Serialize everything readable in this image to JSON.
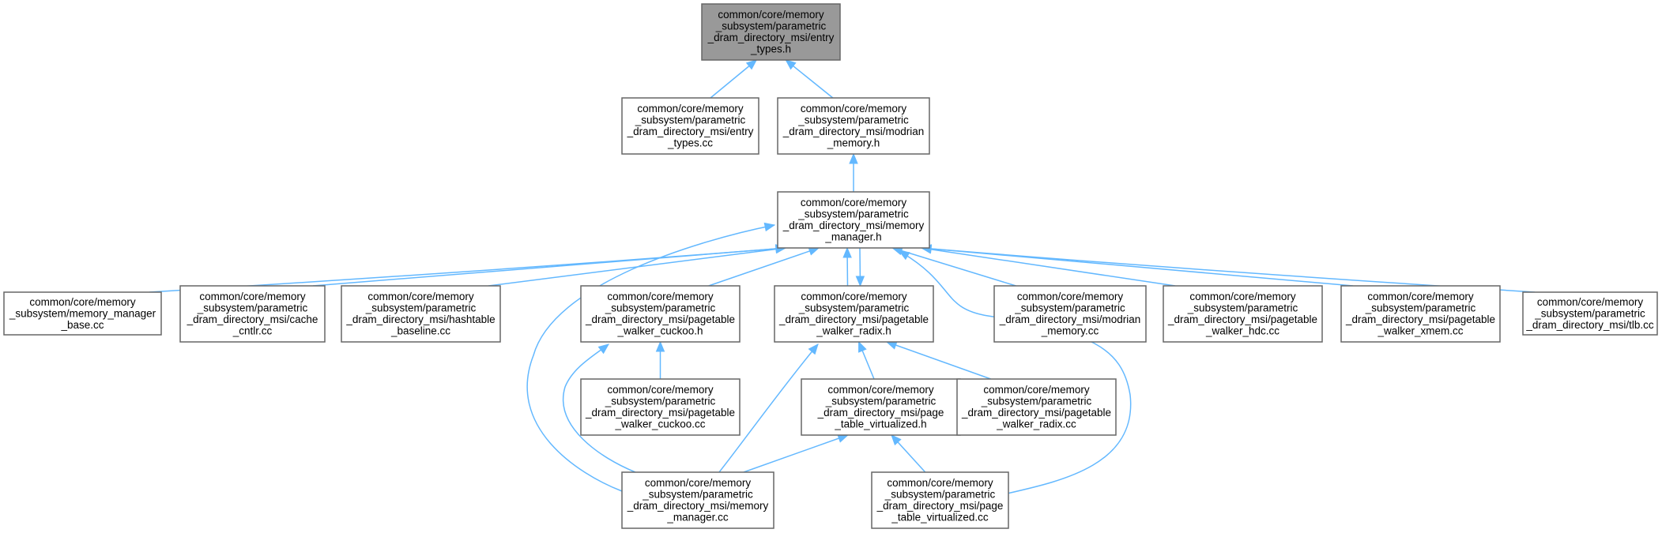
{
  "graph": {
    "nodes": [
      {
        "id": "root",
        "name": "node-entry-types-h",
        "lines": [
          "common/core/memory",
          "_subsystem/parametric",
          "_dram_directory_msi/entry",
          "_types.h"
        ],
        "highlighted": true
      },
      {
        "id": "entry_cc",
        "name": "node-entry-types-cc",
        "lines": [
          "common/core/memory",
          "_subsystem/parametric",
          "_dram_directory_msi/entry",
          "_types.cc"
        ]
      },
      {
        "id": "modrian_h",
        "name": "node-modrian-memory-h",
        "lines": [
          "common/core/memory",
          "_subsystem/parametric",
          "_dram_directory_msi/modrian",
          "_memory.h"
        ]
      },
      {
        "id": "mm_h",
        "name": "node-memory-manager-h",
        "lines": [
          "common/core/memory",
          "_subsystem/parametric",
          "_dram_directory_msi/memory",
          "_manager.h"
        ]
      },
      {
        "id": "mmbase",
        "name": "node-memory-manager-base-cc",
        "lines": [
          "common/core/memory",
          "_subsystem/memory_manager",
          "_base.cc"
        ]
      },
      {
        "id": "cache",
        "name": "node-cache-cntlr-cc",
        "lines": [
          "common/core/memory",
          "_subsystem/parametric",
          "_dram_directory_msi/cache",
          "_cntlr.cc"
        ]
      },
      {
        "id": "hash",
        "name": "node-hashtable-baseline-cc",
        "lines": [
          "common/core/memory",
          "_subsystem/parametric",
          "_dram_directory_msi/hashtable",
          "_baseline.cc"
        ]
      },
      {
        "id": "cuckoo_h",
        "name": "node-pagetable-walker-cuckoo-h",
        "lines": [
          "common/core/memory",
          "_subsystem/parametric",
          "_dram_directory_msi/pagetable",
          "_walker_cuckoo.h"
        ]
      },
      {
        "id": "radix_h",
        "name": "node-pagetable-walker-radix-h",
        "lines": [
          "common/core/memory",
          "_subsystem/parametric",
          "_dram_directory_msi/pagetable",
          "_walker_radix.h"
        ]
      },
      {
        "id": "modrian_cc",
        "name": "node-modrian-memory-cc",
        "lines": [
          "common/core/memory",
          "_subsystem/parametric",
          "_dram_directory_msi/modrian",
          "_memory.cc"
        ]
      },
      {
        "id": "hdc",
        "name": "node-pagetable-walker-hdc-cc",
        "lines": [
          "common/core/memory",
          "_subsystem/parametric",
          "_dram_directory_msi/pagetable",
          "_walker_hdc.cc"
        ]
      },
      {
        "id": "xmem",
        "name": "node-pagetable-walker-xmem-cc",
        "lines": [
          "common/core/memory",
          "_subsystem/parametric",
          "_dram_directory_msi/pagetable",
          "_walker_xmem.cc"
        ]
      },
      {
        "id": "tlb",
        "name": "node-tlb-cc",
        "lines": [
          "common/core/memory",
          "_subsystem/parametric",
          "_dram_directory_msi/tlb.cc"
        ]
      },
      {
        "id": "cuckoo_cc",
        "name": "node-pagetable-walker-cuckoo-cc",
        "lines": [
          "common/core/memory",
          "_subsystem/parametric",
          "_dram_directory_msi/pagetable",
          "_walker_cuckoo.cc"
        ]
      },
      {
        "id": "ptv_h",
        "name": "node-page-table-virtualized-h",
        "lines": [
          "common/core/memory",
          "_subsystem/parametric",
          "_dram_directory_msi/page",
          "_table_virtualized.h"
        ]
      },
      {
        "id": "radix_cc",
        "name": "node-pagetable-walker-radix-cc",
        "lines": [
          "common/core/memory",
          "_subsystem/parametric",
          "_dram_directory_msi/pagetable",
          "_walker_radix.cc"
        ]
      },
      {
        "id": "mm_cc",
        "name": "node-memory-manager-cc",
        "lines": [
          "common/core/memory",
          "_subsystem/parametric",
          "_dram_directory_msi/memory",
          "_manager.cc"
        ]
      },
      {
        "id": "ptv_cc",
        "name": "node-page-table-virtualized-cc",
        "lines": [
          "common/core/memory",
          "_subsystem/parametric",
          "_dram_directory_msi/page",
          "_table_virtualized.cc"
        ]
      }
    ],
    "edges": [
      {
        "from": "entry_cc",
        "to": "root"
      },
      {
        "from": "modrian_h",
        "to": "root"
      },
      {
        "from": "mm_h",
        "to": "modrian_h"
      },
      {
        "from": "mmbase",
        "to": "mm_h"
      },
      {
        "from": "cache",
        "to": "mm_h"
      },
      {
        "from": "hash",
        "to": "mm_h"
      },
      {
        "from": "cuckoo_h",
        "to": "mm_h"
      },
      {
        "from": "radix_h",
        "to": "mm_h"
      },
      {
        "from": "mm_h",
        "to": "radix_h"
      },
      {
        "from": "modrian_cc",
        "to": "mm_h"
      },
      {
        "from": "hdc",
        "to": "mm_h"
      },
      {
        "from": "xmem",
        "to": "mm_h"
      },
      {
        "from": "tlb",
        "to": "mm_h"
      },
      {
        "from": "mm_cc",
        "to": "mm_h"
      },
      {
        "from": "ptv_cc",
        "to": "mm_h"
      },
      {
        "from": "cuckoo_cc",
        "to": "cuckoo_h"
      },
      {
        "from": "mm_cc",
        "to": "cuckoo_h"
      },
      {
        "from": "ptv_h",
        "to": "radix_h"
      },
      {
        "from": "radix_cc",
        "to": "radix_h"
      },
      {
        "from": "mm_cc",
        "to": "radix_h"
      },
      {
        "from": "mm_cc",
        "to": "ptv_h"
      },
      {
        "from": "ptv_cc",
        "to": "ptv_h"
      }
    ]
  }
}
